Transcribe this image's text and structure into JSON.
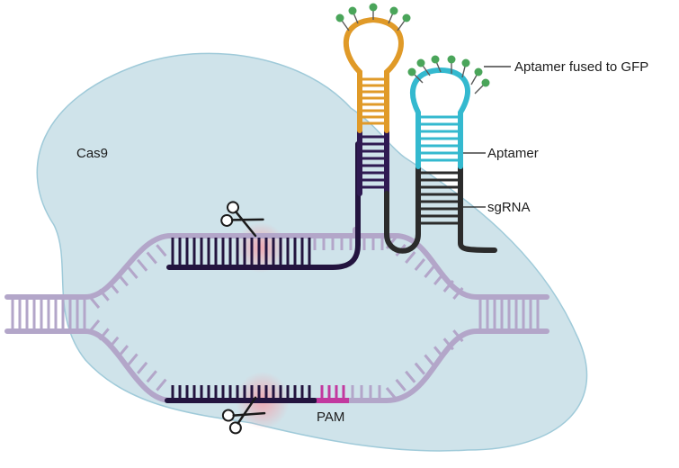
{
  "labels": {
    "cas9": "Cas9",
    "aptamer_fused": "Aptamer fused to GFP",
    "aptamer": "Aptamer",
    "sgrna": "sgRNA",
    "pam": "PAM"
  },
  "icons": {
    "scissors_top": "scissors-icon",
    "scissors_bottom": "scissors-icon",
    "gfp_bead": "green-circle"
  },
  "colors": {
    "protein_fill": "#cfe3ea",
    "protein_stroke": "#9fcad9",
    "dna_backbone": "#b3a6c9",
    "guide_dark": "#23143f",
    "sgrna_black": "#2b2b2b",
    "aptamer_orange": "#e09a28",
    "aptamer_cyan": "#34b9cf",
    "pam_magenta": "#c2399f",
    "gfp_green": "#4aa55a",
    "cut_glow": "#f0a6b0"
  }
}
